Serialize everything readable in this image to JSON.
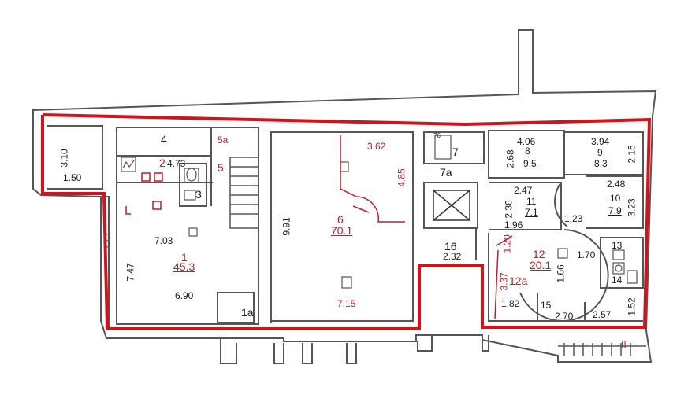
{
  "colors": {
    "wall": "#555555",
    "boundary": "#d0141c",
    "label_red": "#b0242c",
    "text": "#1a1a1a"
  },
  "rooms": {
    "r1": {
      "number": "1",
      "area": "45.3"
    },
    "r2": {
      "number": "2"
    },
    "r3": {
      "number": "3"
    },
    "r4": {
      "number": "4"
    },
    "r5": {
      "number": "5"
    },
    "r5a": {
      "number": "5a"
    },
    "r1a": {
      "number": "1a"
    },
    "r6": {
      "number": "6",
      "area": "70.1"
    },
    "r7": {
      "number": "7"
    },
    "r7a": {
      "number": "7a"
    },
    "r8": {
      "number": "8",
      "area": "9.5"
    },
    "r9": {
      "number": "9",
      "area": "8.3"
    },
    "r10": {
      "number": "10",
      "area": "7.9"
    },
    "r11": {
      "number": "11",
      "area": "7.1"
    },
    "r12": {
      "number": "12",
      "area": "20.1"
    },
    "r12a": {
      "number": "12a"
    },
    "r13": {
      "number": "13"
    },
    "r14": {
      "number": "14"
    },
    "r15": {
      "number": "15"
    },
    "r16": {
      "number": "16"
    }
  },
  "dimensions": {
    "d310": "3.10",
    "d150": "1.50",
    "d473": "4.73",
    "d703": "7.03",
    "d747": "7.47",
    "d690": "6.90",
    "d991": "9.91",
    "d362": "3.62",
    "d485": "4.85",
    "d715": "7.15",
    "d232": "2.32",
    "d76": "76",
    "d406": "4.06",
    "d268": "2.68",
    "d394": "3.94",
    "d215": "2.15",
    "d247": "2.47",
    "d236": "2.36",
    "d196": "1.96",
    "d123": "1.23",
    "d248": "2.48",
    "d323": "3.23",
    "d120": "1.20",
    "d170": "1.70",
    "d166": "1.66",
    "d337": "3.37",
    "d182": "1.82",
    "d270": "2.70",
    "d257": "2.57",
    "d152": "1.52"
  },
  "stair_mark": "II"
}
